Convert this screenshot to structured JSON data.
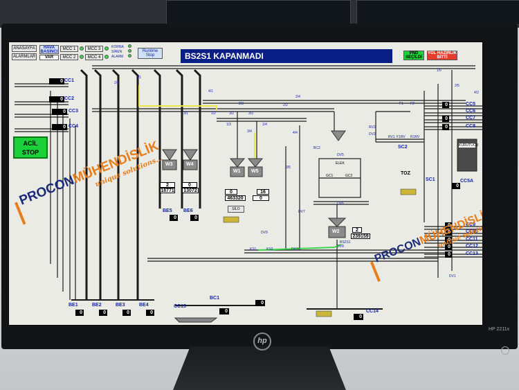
{
  "header": {
    "anasayfa": "ANASAYFA",
    "alarmlar": "ALARMLAR",
    "hava_basinci": "HAVA BASINCI",
    "var": "VAR",
    "mcc": [
      "MCC 1",
      "MCC 2",
      "MCC 3",
      "MCC 4"
    ],
    "status": [
      "KORNA",
      "SİREN",
      "ALARM"
    ],
    "runtime_stop": "Runtime Stop",
    "title": "BS2S1 KAPANMADI",
    "pnd_secildi": "PND SEÇİLDİ",
    "yol_hazir": "YOL HAZIRLIK BİTTİ"
  },
  "acil_stop": {
    "line1": "ACİL",
    "line2": "STOP"
  },
  "conveyors_left": [
    {
      "id": "CC1",
      "value": "0"
    },
    {
      "id": "CC2",
      "value": "0"
    },
    {
      "id": "CC3",
      "value": "0"
    },
    {
      "id": "CC4",
      "value": "0"
    }
  ],
  "conveyors_right": [
    {
      "id": "CC5",
      "value": "0"
    },
    {
      "id": "CC6",
      "value": "0"
    },
    {
      "id": "CC7",
      "value": "0"
    },
    {
      "id": "CC8",
      "value": "0"
    },
    {
      "id": "CC9",
      "value": "0"
    },
    {
      "id": "CC10",
      "value": "0"
    },
    {
      "id": "CC11",
      "value": "0"
    },
    {
      "id": "CC12",
      "value": "0"
    },
    {
      "id": "CC13",
      "value": "0"
    }
  ],
  "weighers": {
    "w3": {
      "name": "W3",
      "setpoint": "2",
      "total": "18771"
    },
    "w4": {
      "name": "W4",
      "setpoint": "0",
      "total": "13072"
    },
    "w1": {
      "name": "W1",
      "setpoint": "0",
      "total": "463320"
    },
    "w5": {
      "name": "W5",
      "setpoint": "16",
      "total": "0"
    },
    "w2": {
      "name": "W2",
      "setpoint": "2",
      "total": "239159"
    }
  },
  "bins_bottom": [
    {
      "id": "BE1",
      "value": "0"
    },
    {
      "id": "BE2",
      "value": "0"
    },
    {
      "id": "BE3",
      "value": "0"
    },
    {
      "id": "BE4",
      "value": "0"
    }
  ],
  "bins_mid": [
    {
      "id": "BE5",
      "value": "0"
    },
    {
      "id": "BE6",
      "value": "0"
    }
  ],
  "misc": {
    "bc1": "BC1",
    "bc1_value": "0",
    "cc15": "CC15",
    "cc15_value": "0",
    "cc14": "CC14",
    "cc14_value": "0",
    "cc5a": "CC5A",
    "cc5a_value": "0",
    "sc1": "SC1",
    "sc2": "SC2",
    "toz": "TOZ",
    "kurutucu": "KURUTUCU",
    "bs2s1": "BS2S1",
    "bc2": "BC2",
    "gc1": "GC1",
    "gc2": "GC2",
    "elek": "ELEK",
    "dv": [
      "DV5",
      "DV6",
      "DV7",
      "DV8",
      "DV9",
      "DV10",
      "DV1",
      "DV2"
    ],
    "ks": [
      "KS1",
      "KS2"
    ],
    "flow": [
      "F1",
      "F2",
      "F1RV",
      "R1RV",
      "RV1",
      "RV2"
    ],
    "valves": [
      "1/1",
      "2/1",
      "3/1",
      "4/1",
      "1/2",
      "2/2",
      "3/2",
      "1/3",
      "2/3",
      "3/3",
      "1/4",
      "2/4",
      "3/4",
      "4/4",
      "1/5",
      "2/5",
      "3/5",
      "4/2"
    ],
    "silo": "SİLO"
  },
  "watermarks": [
    {
      "brand": "PROCON",
      "suffix": "MÜHENDİSLİK",
      "slogan": "unique solutions..."
    },
    {
      "brand": "PROCON",
      "suffix": "MÜHENDİSLİK",
      "slogan": "unique solutions..."
    }
  ],
  "monitor": {
    "logo": "hp",
    "model": "HP 2211x"
  },
  "colors": {
    "title_bg": "#0a1f86",
    "acil": "#1dd13a",
    "pipe": "#1a1a1a",
    "highlight": "#e8e84a",
    "active": "#3bd64b",
    "watermark_orange": "#e67e1d",
    "watermark_blue": "#1c2a7a"
  }
}
